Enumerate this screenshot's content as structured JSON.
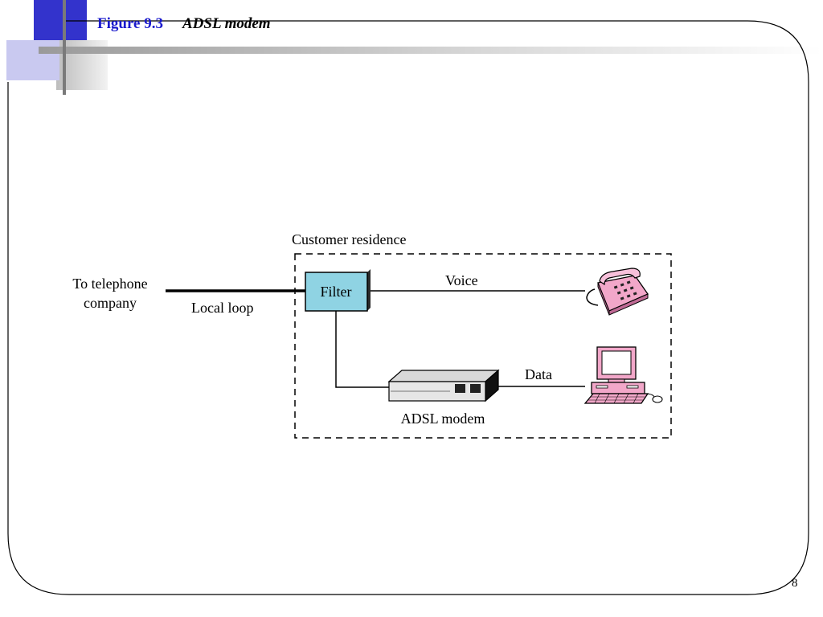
{
  "slide": {
    "figure_number": "Figure 9.3",
    "figure_title": "ADSL modem",
    "page_number": "8"
  },
  "colors": {
    "title_blue": "#1a1acc",
    "accent_square": "#3333cc",
    "filter_fill": "#8fd3e3",
    "device_pink": "#f2a7c9"
  },
  "diagram": {
    "telephone_company_line1": "To telephone",
    "telephone_company_line2": "company",
    "local_loop": "Local loop",
    "customer_residence": "Customer residence",
    "filter": "Filter",
    "voice": "Voice",
    "data": "Data",
    "adsl_modem": "ADSL modem",
    "icons": [
      "telephone-icon",
      "computer-icon",
      "modem-icon"
    ]
  }
}
